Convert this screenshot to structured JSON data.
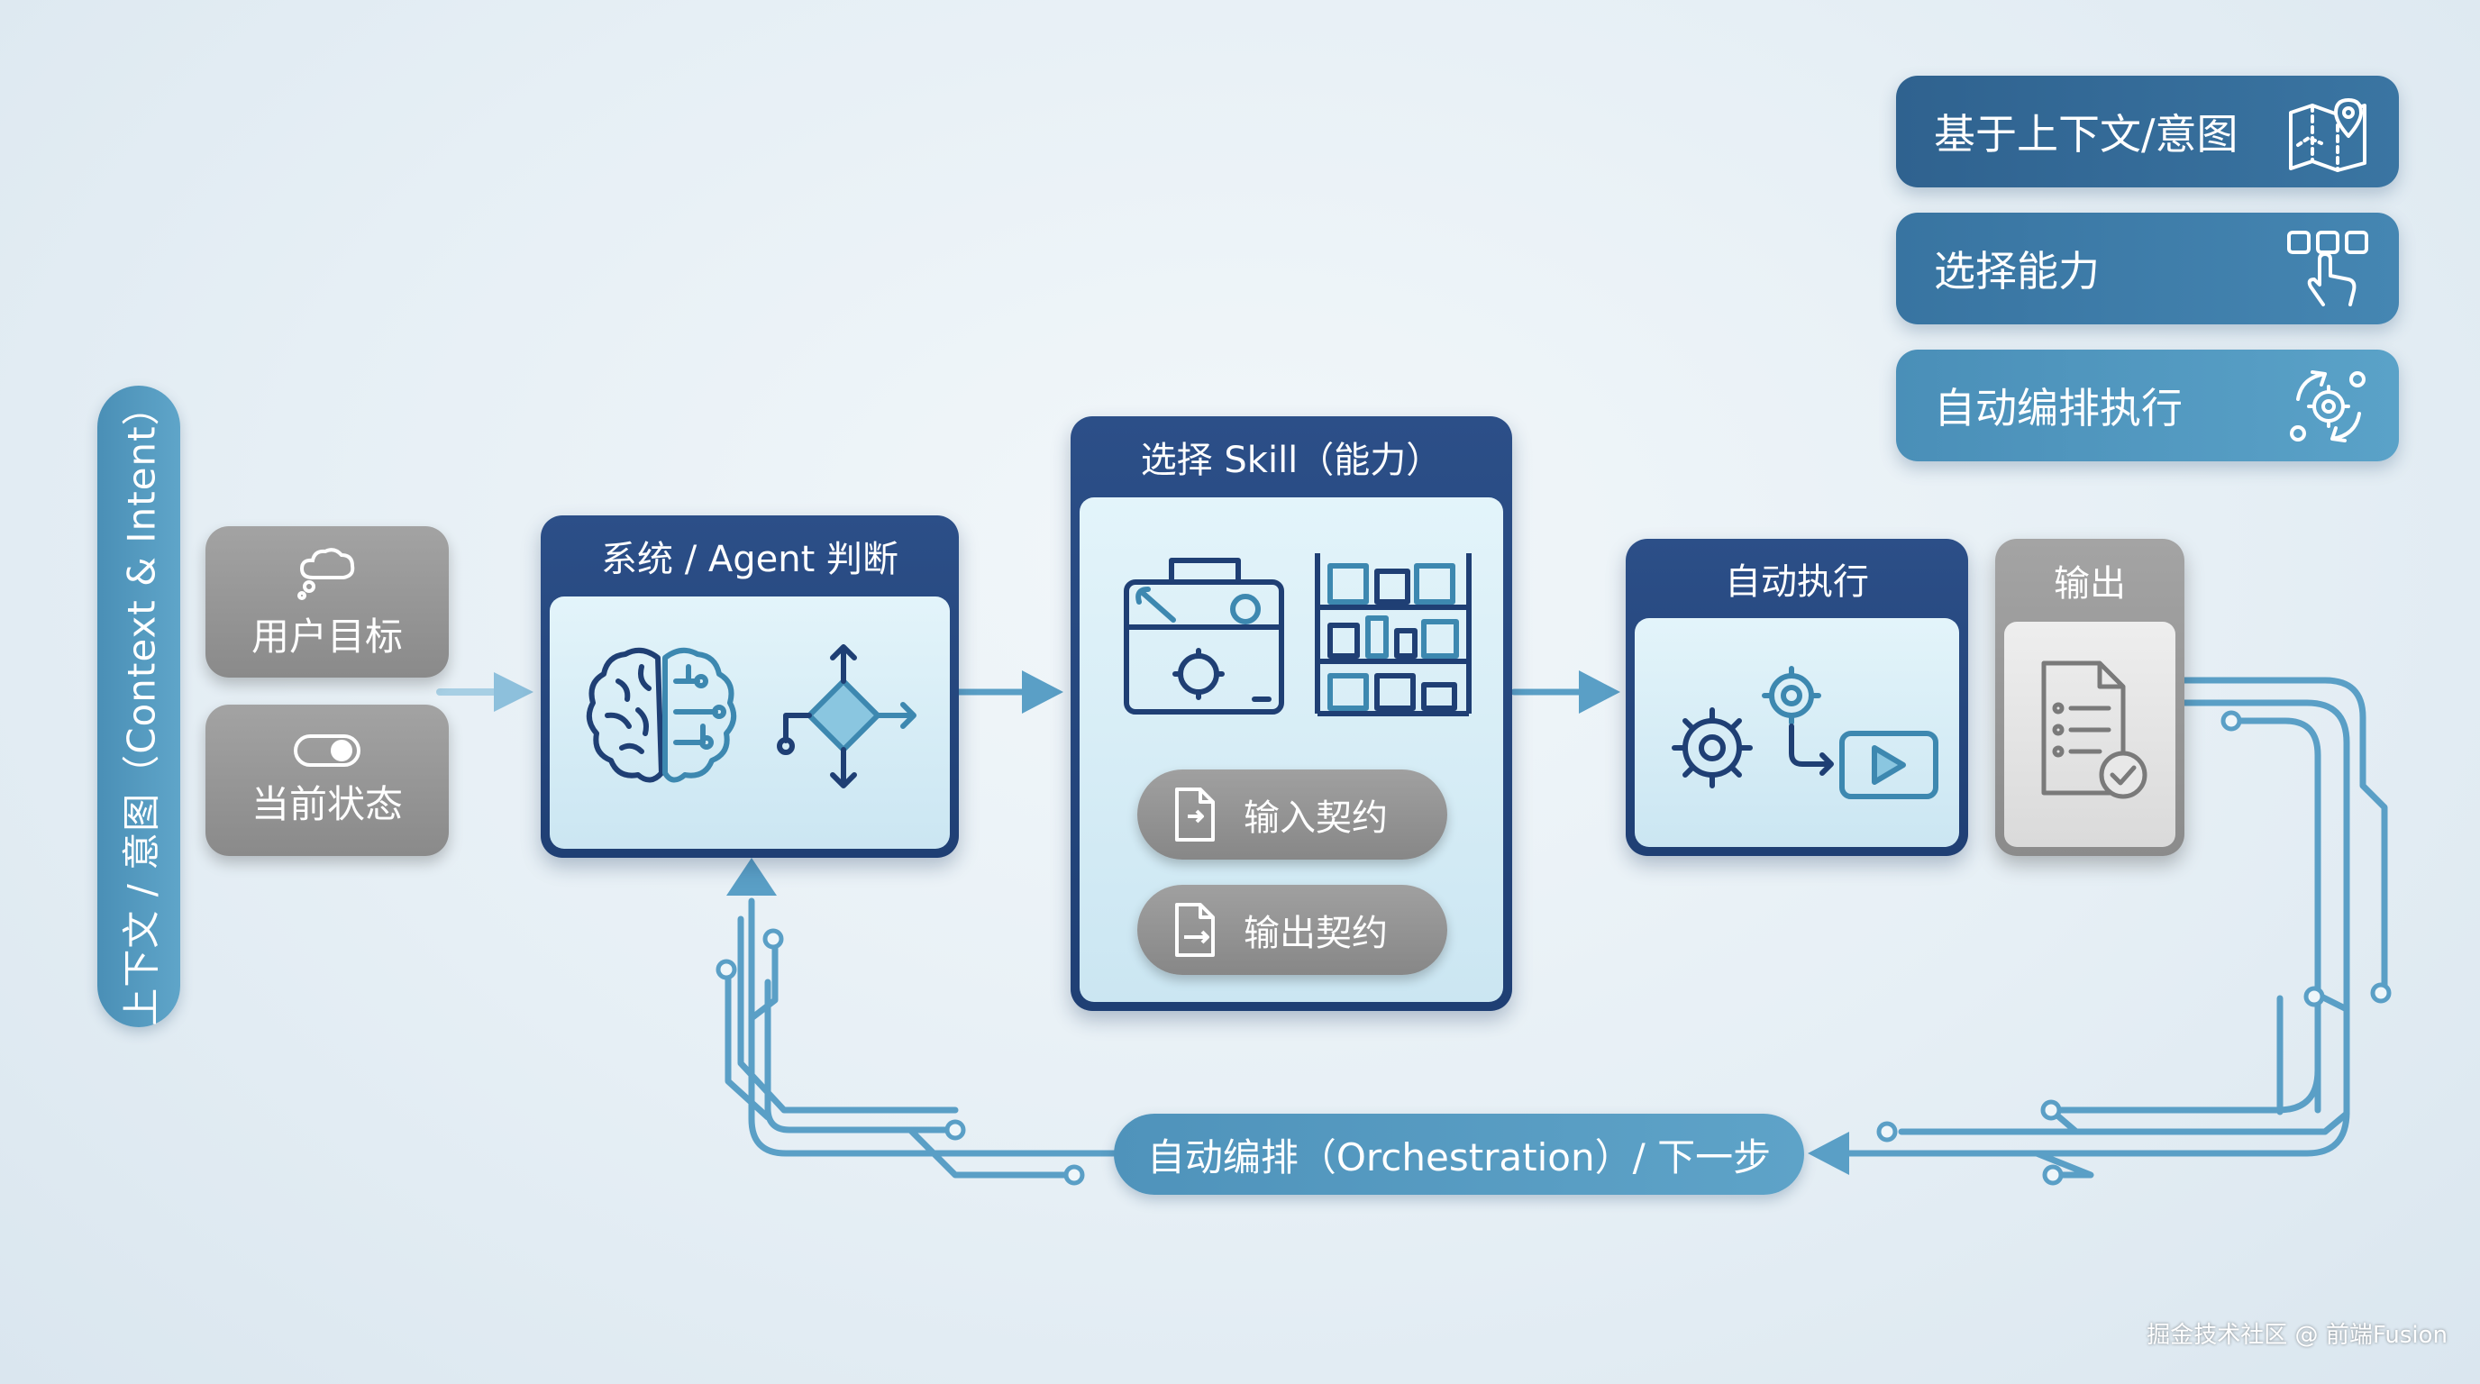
{
  "context_label": "上下文 / 意图（Context & Intent）",
  "inputs": {
    "user_goal": "用户目标",
    "current_state": "当前状态"
  },
  "judgement": {
    "title": "系统 / Agent 判断"
  },
  "skill": {
    "title": "选择 Skill（能力）",
    "input_contract": "输入契约",
    "output_contract": "输出契约"
  },
  "execute": {
    "title": "自动执行"
  },
  "output": {
    "title": "输出"
  },
  "orchestration": {
    "label": "自动编排（Orchestration）/ 下一步"
  },
  "legend": [
    {
      "label": "基于上下文/意图",
      "icon": "map-pin-icon"
    },
    {
      "label": "选择能力",
      "icon": "tap-select-icon"
    },
    {
      "label": "自动编排执行",
      "icon": "gear-cycle-icon"
    }
  ],
  "watermark": "掘金技术社区 @ 前端Fusion",
  "colors": {
    "accent": "#4a90b8",
    "dark_navy": "#1f3f74",
    "gray_card": "#8a8a8a",
    "line": "#5a9fc6"
  }
}
